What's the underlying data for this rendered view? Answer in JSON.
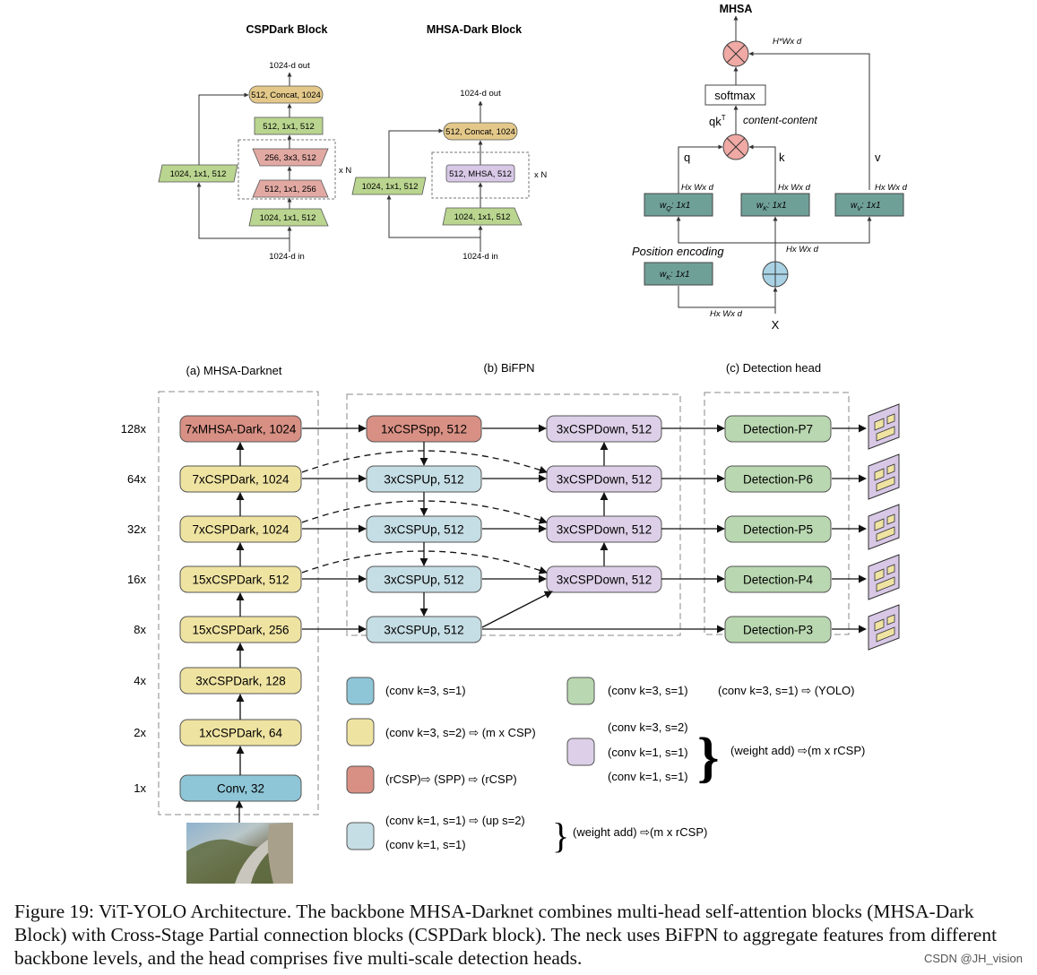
{
  "colors": {
    "blue": "#8ec6d8",
    "yellow": "#efe3a2",
    "red": "#d89084",
    "lightblue": "#c5dde4",
    "purple": "#dccfe7",
    "green": "#b9d7b0",
    "green_dark": "#6fa098",
    "tan": "#e3c88a",
    "lightgreen": "#b9d58f",
    "pink": "#e2a9a3",
    "lavender": "#d8c8e6",
    "mult": "#f0a9a4",
    "plus": "#a9d3e5"
  },
  "csp": {
    "title": "CSPDark Block",
    "out": "1024-d out",
    "in": "1024-d in",
    "concat": "512, Concat, 1024",
    "conv512": "512, 1x1, 512",
    "conv256": "256, 3x3, 512",
    "conv512_256": "512, 1x1, 256",
    "bottom": "1024, 1x1, 512",
    "side": "1024, 1x1, 512",
    "xn": "x N"
  },
  "mhsa_dark": {
    "title": "MHSA-Dark Block",
    "out": "1024-d out",
    "in": "1024-d in",
    "concat": "512, Concat, 1024",
    "mhsa": "512, MHSA, 512",
    "bottom": "1024, 1x1, 512",
    "side": "1024, 1x1, 512",
    "xn": "x N"
  },
  "mhsa": {
    "title": "MHSA",
    "hwd_top": "H*Wx d",
    "softmax": "softmax",
    "qk_pre": "qk",
    "qk_sup": "T",
    "content": "content-content",
    "q": "q",
    "k": "k",
    "v": "v",
    "dim": "Hx Wx d",
    "wq_pre": "w",
    "wq_sub": "Q",
    "wk_sub": "K",
    "wv_sub": "V",
    "w_post": ": 1x1",
    "pos_enc": "Position encoding",
    "x": "X"
  },
  "sections": {
    "a": "(a) MHSA-Darknet",
    "b": "(b) BiFPN",
    "c": "(c) Detection head"
  },
  "scales": [
    "128x",
    "64x",
    "32x",
    "16x",
    "8x",
    "4x",
    "2x",
    "1x"
  ],
  "backbone": [
    "7xMHSA-Dark, 1024",
    "7xCSPDark, 1024",
    "7xCSPDark, 1024",
    "15xCSPDark, 512",
    "15xCSPDark, 256",
    "3xCSPDark, 128",
    "1xCSPDark, 64",
    "Conv, 32"
  ],
  "neck_left": [
    "1xCSPSpp, 512",
    "3xCSPUp, 512",
    "3xCSPUp, 512",
    "3xCSPUp, 512",
    "3xCSPUp, 512"
  ],
  "neck_right": [
    "3xCSPDown, 512",
    "3xCSPDown, 512",
    "3xCSPDown, 512",
    "3xCSPDown, 512"
  ],
  "heads": [
    "Detection-P7",
    "Detection-P6",
    "Detection-P5",
    "Detection-P4",
    "Detection-P3"
  ],
  "legend": {
    "blue": "(conv k=3, s=1)",
    "yellow": "(conv k=3, s=2) ⇨ (m x CSP)",
    "red": "(rCSP)⇨ (SPP) ⇨ (rCSP)",
    "lb1": "(conv k=1, s=1) ⇨ (up s=2)",
    "lb2": "(conv k=1, s=1)",
    "lb_right": "(weight add) ⇨(m x rCSP)",
    "green": "(conv k=3, s=1)",
    "green_right": "(conv k=3, s=1) ⇨ (YOLO)",
    "p1": "(conv k=3, s=2)",
    "p2": "(conv k=1, s=1)",
    "p3": "(conv k=1, s=1)",
    "p_right": "(weight add) ⇨(m x rCSP)"
  },
  "caption": "Figure 19: ViT-YOLO Architecture. The backbone MHSA-Darknet combines multi-head self-attention blocks (MHSA-Dark Block) with Cross-Stage Partial connection blocks (CSPDark block). The neck uses BiFPN to aggregate features from different backbone levels, and the head comprises five multi-scale detection heads.",
  "watermark": "CSDN @JH_vision"
}
